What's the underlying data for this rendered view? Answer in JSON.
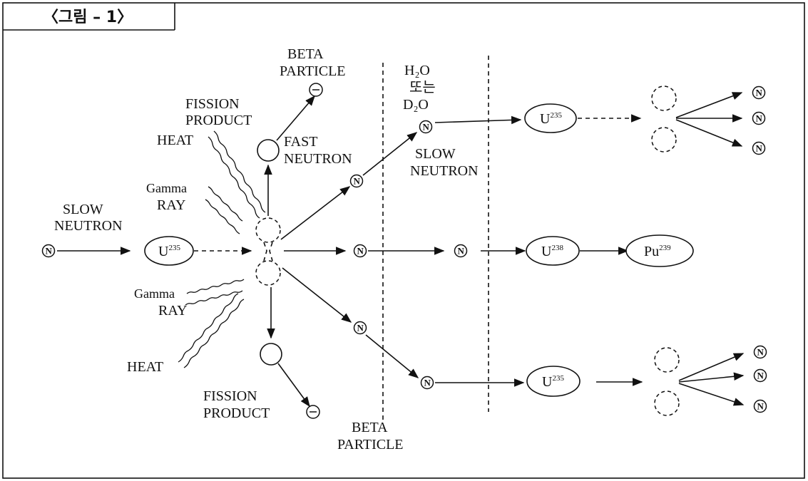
{
  "caption": "〈그림 – 1〉",
  "neutron_symbol": "N",
  "minus_symbol": "−",
  "labels": {
    "slow_neutron_left_1": "SLOW",
    "slow_neutron_left_2": "NEUTRON",
    "u235_main": "U",
    "u235_main_sup": "235",
    "gamma_upper_1": "Gamma",
    "gamma_upper_2": "RAY",
    "gamma_lower_1": "Gamma",
    "gamma_lower_2": "RAY",
    "heat_upper": "HEAT",
    "heat_lower": "HEAT",
    "fission_top_1": "FISSION",
    "fission_top_2": "PRODUCT",
    "fission_bottom_1": "FISSION",
    "fission_bottom_2": "PRODUCT",
    "beta_top_1": "BETA",
    "beta_top_2": "PARTICLE",
    "beta_bottom_1": "BETA",
    "beta_bottom_2": "PARTICLE",
    "fast_neutron_1": "FAST",
    "fast_neutron_2": "NEUTRON",
    "moderator_1": "H₂O",
    "moderator_2": "또는",
    "moderator_3": "D₂O",
    "slow_neutron_mid_1": "SLOW",
    "slow_neutron_mid_2": "NEUTRON",
    "u235_top": "U",
    "u235_top_sup": "235",
    "u238": "U",
    "u238_sup": "238",
    "pu239": "Pu",
    "pu239_sup": "239",
    "u235_bottom": "U",
    "u235_bottom_sup": "235"
  }
}
